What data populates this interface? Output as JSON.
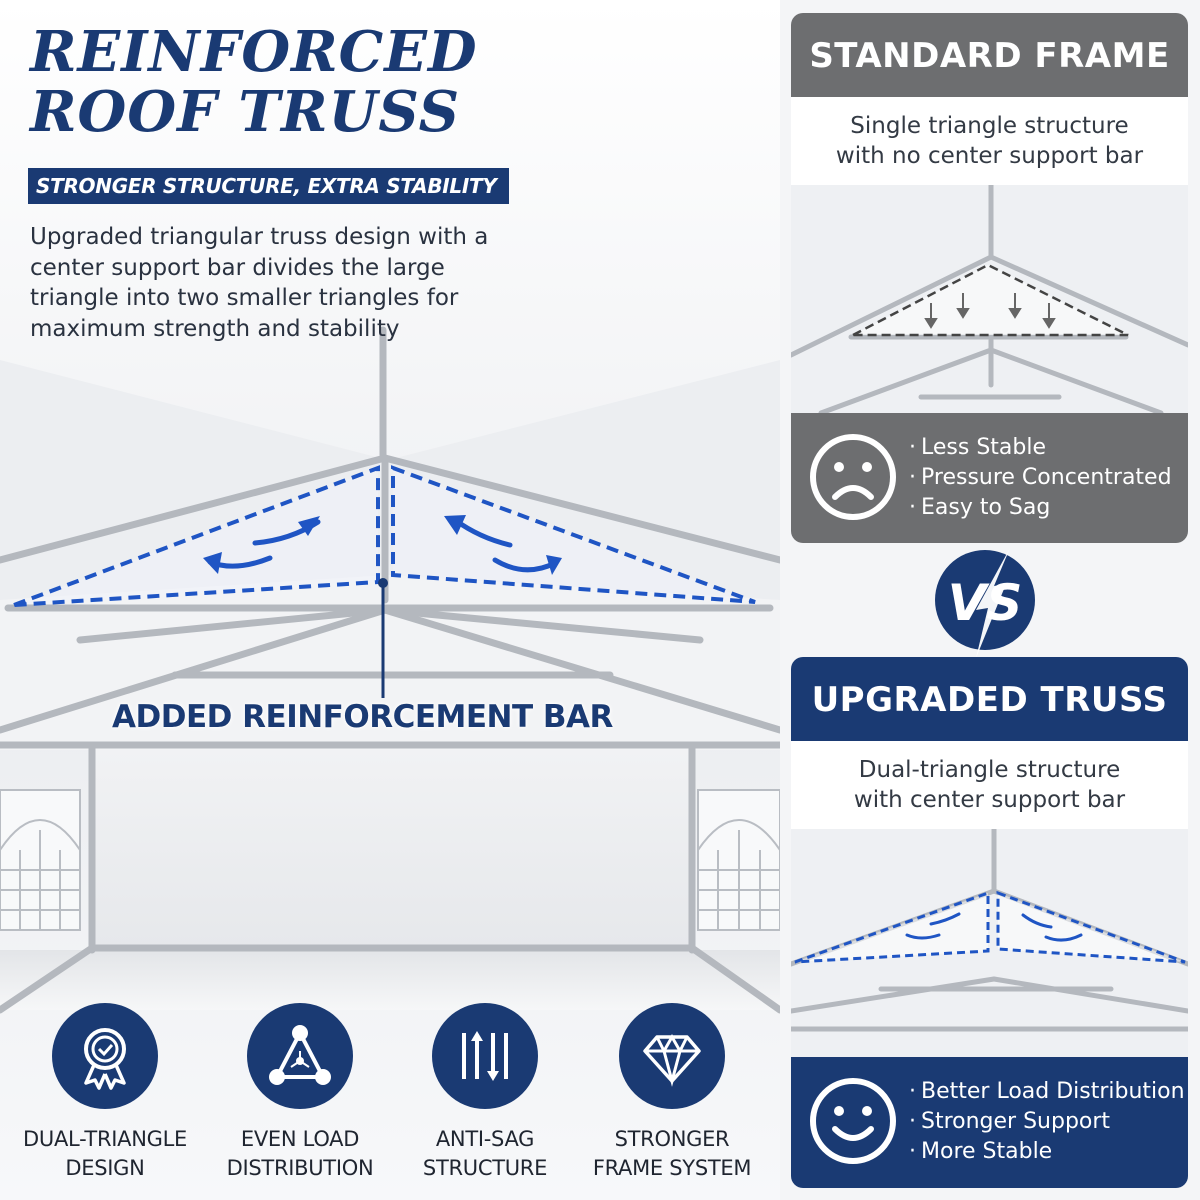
{
  "hero": {
    "title_line1": "REINFORCED",
    "title_line2": "ROOF TRUSS",
    "tagline": "STRONGER STRUCTURE, EXTRA STABILITY",
    "description": "Upgraded triangular truss design with a center support bar divides the large triangle into two smaller triangles for maximum strength and stability",
    "callout": "ADDED REINFORCEMENT BAR"
  },
  "features": [
    {
      "icon": "ribbon-badge-icon",
      "label_line1": "DUAL-TRIANGLE",
      "label_line2": "DESIGN"
    },
    {
      "icon": "triangle-nodes-icon",
      "label_line1": "EVEN LOAD",
      "label_line2": "DISTRIBUTION"
    },
    {
      "icon": "bars-arrows-icon",
      "label_line1": "ANTI-SAG",
      "label_line2": "STRUCTURE"
    },
    {
      "icon": "diamond-icon",
      "label_line1": "STRONGER",
      "label_line2": "FRAME SYSTEM"
    }
  ],
  "standard": {
    "heading": "STANDARD FRAME",
    "sub_line1": "Single triangle structure",
    "sub_line2": "with no center support bar",
    "face_icon": "sad-face-icon",
    "bullets": [
      "Less Stable",
      "Pressure Concentrated",
      "Easy to Sag"
    ],
    "color": "#6d6e70"
  },
  "versus": {
    "text": "VS"
  },
  "upgraded": {
    "heading": "UPGRADED TRUSS",
    "sub_line1": "Dual-triangle structure",
    "sub_line2": "with center support bar",
    "face_icon": "smiley-face-icon",
    "bullets": [
      "Better Load Distribution",
      "Stronger Support",
      "More Stable"
    ],
    "color": "#1a3a73"
  },
  "colors": {
    "navy": "#1a3a73",
    "highlight_blue": "#1f55c4",
    "gray": "#6d6e70"
  }
}
